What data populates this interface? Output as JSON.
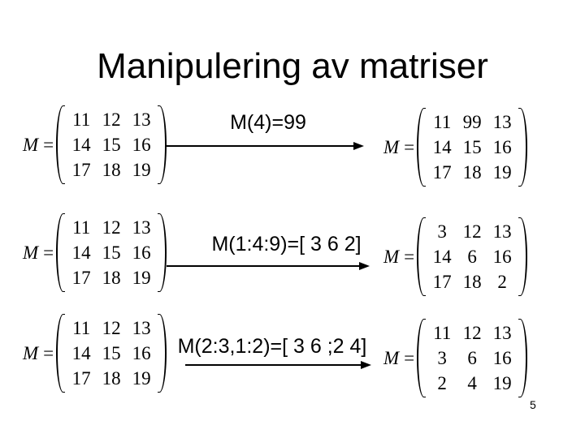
{
  "slide": {
    "title": "Manipulering av matriser",
    "page_number": "5",
    "rows": [
      {
        "left": {
          "var": "M",
          "eq": "=",
          "cells": [
            "11",
            "12",
            "13",
            "14",
            "15",
            "16",
            "17",
            "18",
            "19"
          ]
        },
        "operation": "M(4)=99",
        "right": {
          "var": "M",
          "eq": "=",
          "cells": [
            "11",
            "99",
            "13",
            "14",
            "15",
            "16",
            "17",
            "18",
            "19"
          ]
        }
      },
      {
        "left": {
          "var": "M",
          "eq": "=",
          "cells": [
            "11",
            "12",
            "13",
            "14",
            "15",
            "16",
            "17",
            "18",
            "19"
          ]
        },
        "operation": "M(1:4:9)=[ 3 6 2]",
        "right": {
          "var": "M",
          "eq": "=",
          "cells": [
            "3",
            "12",
            "13",
            "14",
            "6",
            "16",
            "17",
            "18",
            "2"
          ]
        }
      },
      {
        "left": {
          "var": "M",
          "eq": "=",
          "cells": [
            "11",
            "12",
            "13",
            "14",
            "15",
            "16",
            "17",
            "18",
            "19"
          ]
        },
        "operation": "M(2:3,1:2)=[ 3 6 ;2 4]",
        "right": {
          "var": "M",
          "eq": "=",
          "cells": [
            "11",
            "12",
            "13",
            "3",
            "6",
            "16",
            "2",
            "4",
            "19"
          ]
        }
      }
    ]
  }
}
